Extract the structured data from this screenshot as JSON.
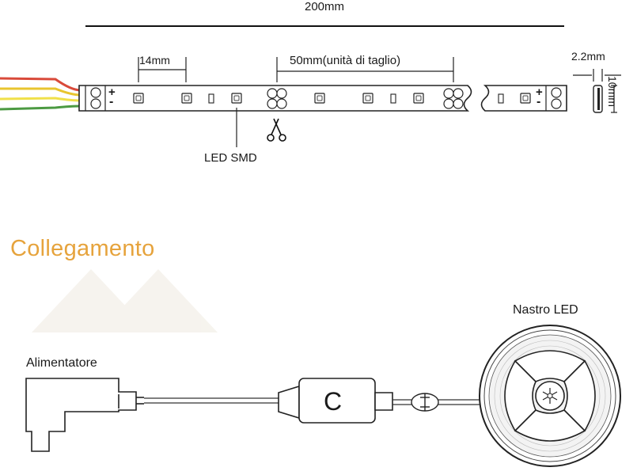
{
  "strip_diagram": {
    "total_length": "200mm",
    "led_pitch": "14mm",
    "cut_unit": "50mm(unità di taglio)",
    "thickness": "2.2mm",
    "width": "10mm",
    "led_label": "LED SMD",
    "polarity_plus": "+",
    "polarity_minus": "-",
    "scissors_icon": "scissors-icon",
    "wire_colors": [
      "#d94a3a",
      "#e8c52f",
      "#f0e04a",
      "#4c9a42"
    ]
  },
  "connection": {
    "title": "Collegamento",
    "title_color": "#e6a33c",
    "power_supply_label": "Alimentatore",
    "controller_letter": "C",
    "led_reel_label": "Nastro LED"
  }
}
